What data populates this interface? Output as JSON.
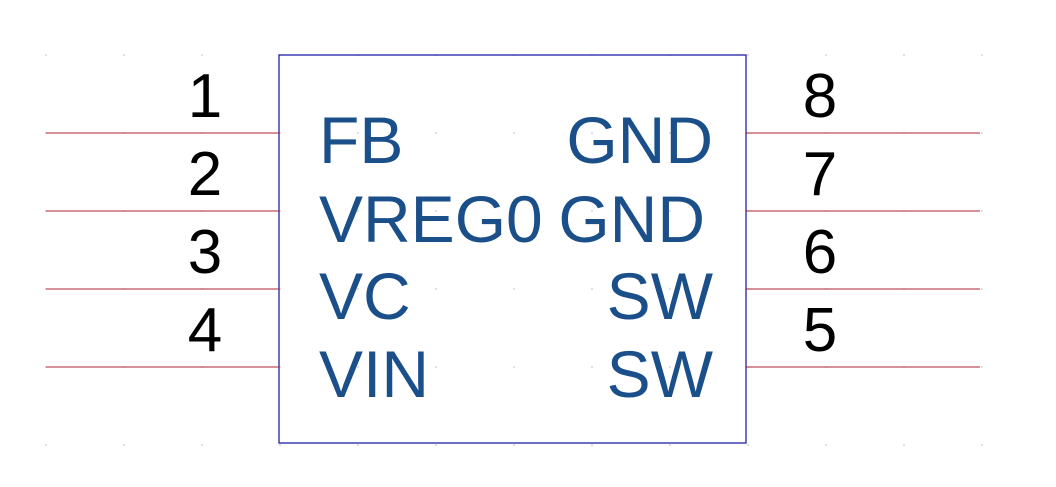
{
  "component": {
    "body_color": "#1f1fa8",
    "lead_color": "#b22234",
    "number_color": "#000000",
    "name_color": "#1b4f8a",
    "grid_dot_color": "#c8c8c8"
  },
  "pins": [
    {
      "number": "1",
      "name": "FB",
      "side": "left"
    },
    {
      "number": "2",
      "name": "VREG0",
      "side": "left"
    },
    {
      "number": "3",
      "name": "VC",
      "side": "left"
    },
    {
      "number": "4",
      "name": "VIN",
      "side": "left"
    },
    {
      "number": "5",
      "name": "SW",
      "side": "right"
    },
    {
      "number": "6",
      "name": "SW",
      "side": "right"
    },
    {
      "number": "7",
      "name": "GND",
      "side": "right"
    },
    {
      "number": "8",
      "name": "GND",
      "side": "right"
    }
  ]
}
